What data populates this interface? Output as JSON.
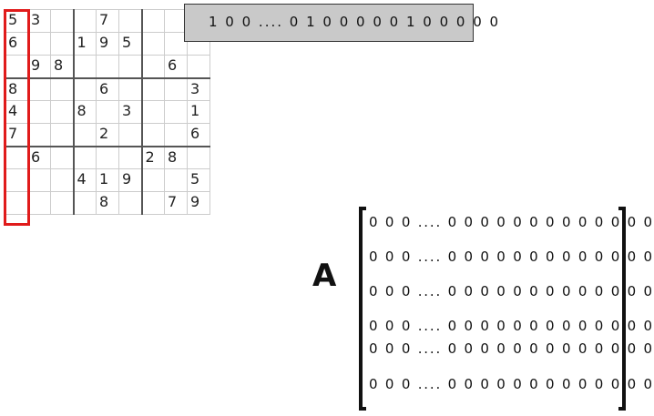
{
  "sudoku": {
    "rows": [
      [
        "5",
        "3",
        "",
        "",
        "7",
        "",
        "",
        "",
        ""
      ],
      [
        "6",
        "",
        "",
        "1",
        "9",
        "5",
        "",
        "",
        ""
      ],
      [
        "",
        "9",
        "8",
        "",
        "",
        "",
        "",
        "6",
        ""
      ],
      [
        "8",
        "",
        "",
        "",
        "6",
        "",
        "",
        "",
        "3"
      ],
      [
        "4",
        "",
        "",
        "8",
        "",
        "3",
        "",
        "",
        "1"
      ],
      [
        "7",
        "",
        "",
        "",
        "2",
        "",
        "",
        "",
        "6"
      ],
      [
        "",
        "6",
        "",
        "",
        "",
        "",
        "2",
        "8",
        ""
      ],
      [
        "",
        "",
        "",
        "4",
        "1",
        "9",
        "",
        "",
        "5"
      ],
      [
        "",
        "",
        "",
        "",
        "8",
        "",
        "",
        "7",
        "9"
      ]
    ]
  },
  "highlight": {
    "color": "#e01b1b"
  },
  "binary_row": {
    "text": "1 0 0 .... 0 1 0 0 0 0 0 1 0 0 0 0 0"
  },
  "matrix": {
    "label": "A",
    "rows": [
      "0 0 0 .... 0 0 0 0 0 0 0 0 0 0 0 0 0",
      "0 0 0 .... 0 0 0 0 0 0 0 0 0 0 0 0 0",
      "0 0 0 .... 0 0 0 0 0 0 0 0 0 0 0 0 0",
      "0 0 0 .... 0 0 0 0 0 0 0 0 0 0 0 0 0",
      "0 0 0 .... 0 0 0 0 0 0 0 0 0 0 0 0 0",
      "0 0 0 .... 0 0 0 0 0 0 0 0 0 0 0 0 0"
    ]
  }
}
